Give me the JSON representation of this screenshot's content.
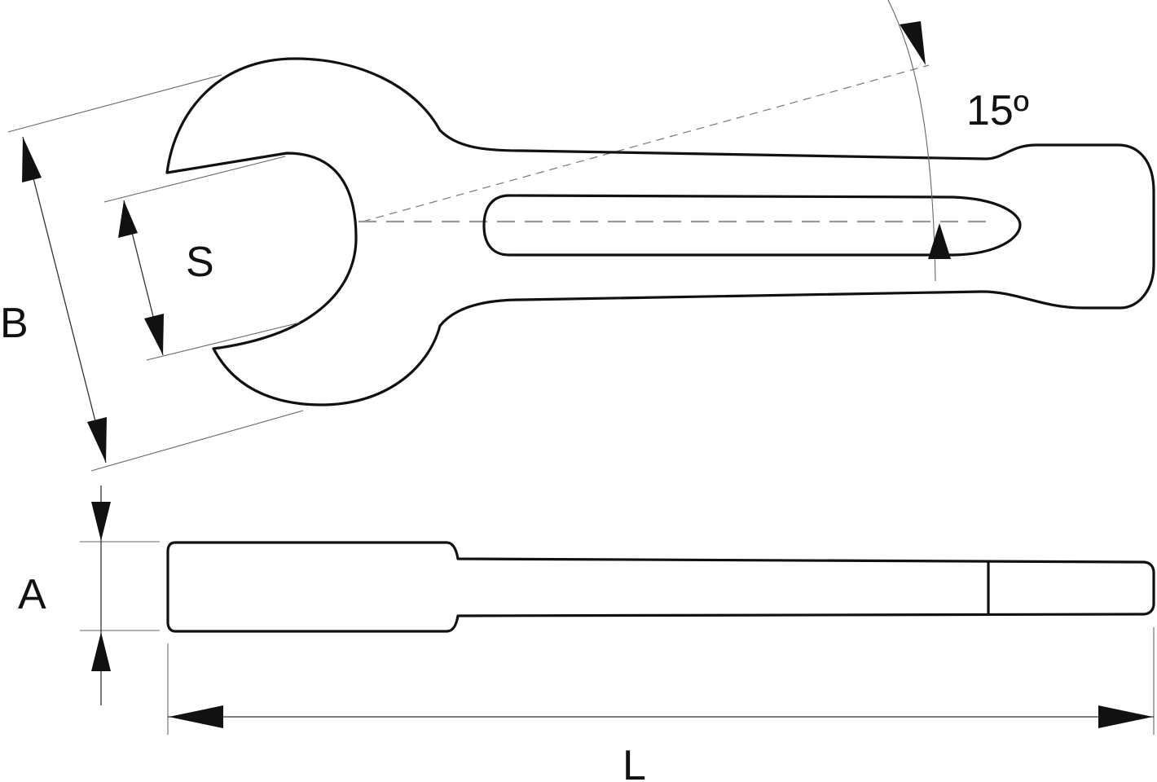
{
  "labels": {
    "angle": "15º",
    "jaw_opening": "S",
    "head_width": "B",
    "thickness": "A",
    "length": "L"
  }
}
